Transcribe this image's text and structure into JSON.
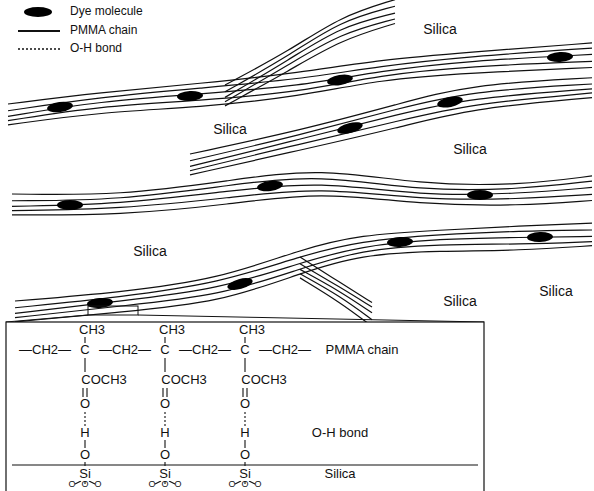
{
  "diagram": {
    "labels": [
      "Silica",
      "Silica",
      "Silica",
      "Silica",
      "Silica",
      "Silica",
      "—CH2—",
      "C",
      "—CH2—",
      "C",
      "—CH2—",
      "C",
      "—CH2—",
      "PMMA chain",
      "CH3",
      "CH3",
      "CH3",
      "COCH3",
      "COCH3",
      "COCH3",
      "O",
      "O",
      "O",
      "H",
      "H",
      "H",
      "O-H bond",
      "O",
      "O",
      "O",
      "Si",
      "Si",
      "Si",
      "Silica",
      "O",
      "O",
      "O",
      "O",
      "O",
      "O",
      "O",
      "O",
      "O"
    ],
    "legend": [
      {
        "text": "Dye molecule"
      },
      {
        "text": "PMMA chain"
      },
      {
        "text": "O-H bond"
      }
    ]
  }
}
